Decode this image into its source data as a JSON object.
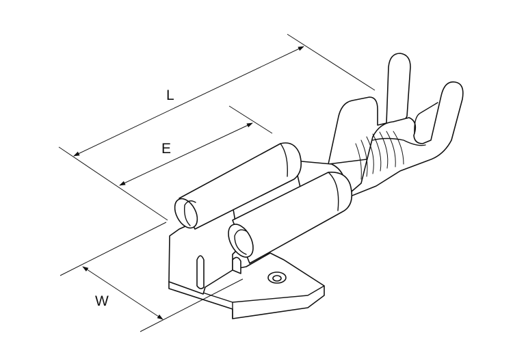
{
  "diagram": {
    "dimensions": {
      "length": "L",
      "engagement": "E",
      "width": "W"
    },
    "colors": {
      "line": "#111111",
      "background": "#ffffff"
    }
  }
}
